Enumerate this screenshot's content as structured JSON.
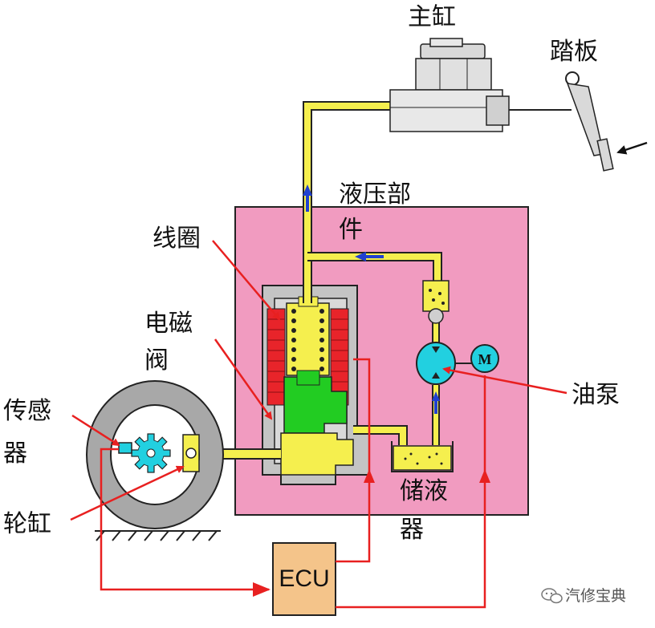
{
  "labels": {
    "master_cylinder": "主缸",
    "pedal": "踏板",
    "hydraulic_unit_line1": "液压部",
    "hydraulic_unit_line2": "件",
    "coil": "线圈",
    "solenoid_valve_line1": "电磁",
    "solenoid_valve_line2": "阀",
    "oil_pump": "油泵",
    "sensor_line1": "传感",
    "sensor_line2": "器",
    "reservoir_line1": "储液",
    "reservoir_line2": "器",
    "wheel_cylinder": "轮缸",
    "ecu": "ECU",
    "motor": "M"
  },
  "watermark": {
    "text": "汽修宝典"
  },
  "colors": {
    "hydraulic_housing": "#f19bc0",
    "brake_fluid_line": "#f5ef4e",
    "coil": "#e8242a",
    "valve_core": "#22cc22",
    "pump": "#22d0e0",
    "ecu_box": "#f4c48a",
    "signal_wire": "#e82020",
    "housing_grey": "#c4c4c4",
    "flow_arrow": "#2040d0"
  }
}
